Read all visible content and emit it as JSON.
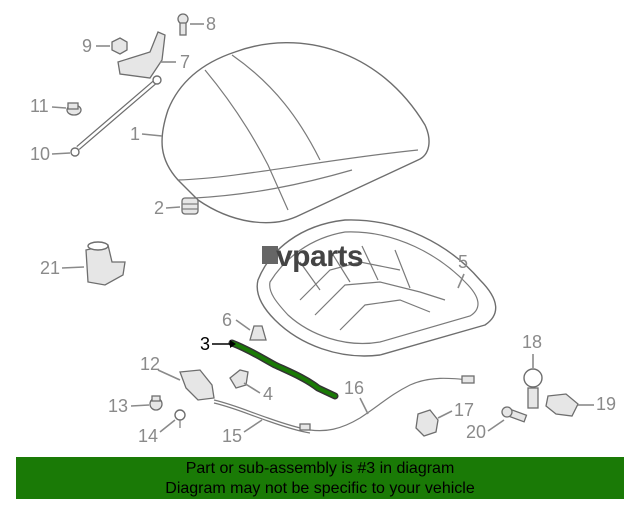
{
  "diagram": {
    "watermark": "vparts",
    "callouts": [
      "1",
      "2",
      "3",
      "4",
      "5",
      "6",
      "7",
      "8",
      "9",
      "10",
      "11",
      "12",
      "13",
      "14",
      "15",
      "16",
      "17",
      "18",
      "19",
      "20",
      "21"
    ],
    "highlighted_part": "3",
    "highlight_color": "#1a7a06",
    "line_color": "#6e6e6e"
  },
  "banner": {
    "line1": "Part or sub-assembly is #3 in diagram",
    "line2": "Diagram may not be specific to your vehicle",
    "background": "#1a7a06"
  }
}
